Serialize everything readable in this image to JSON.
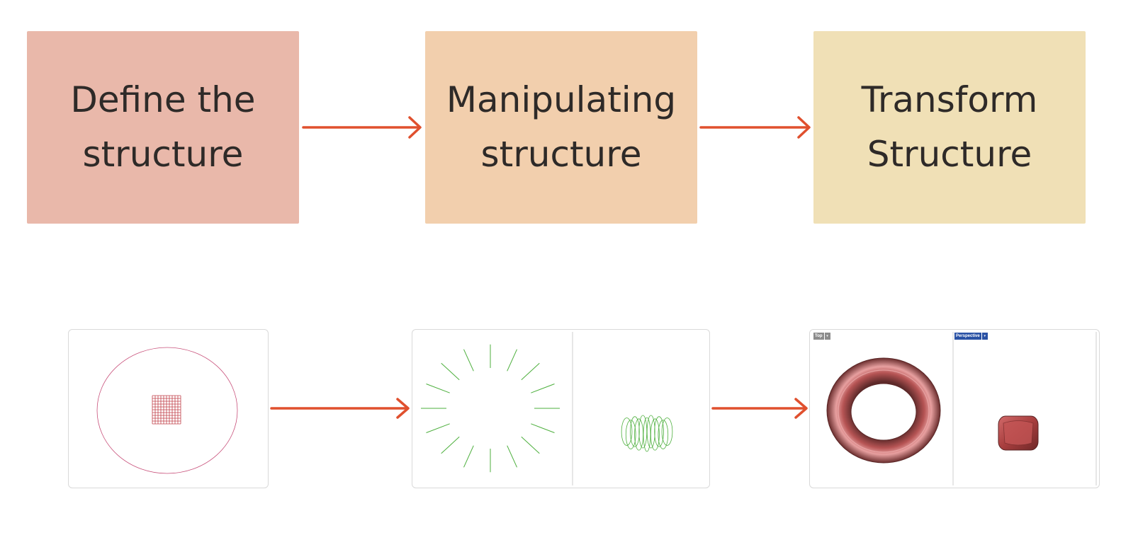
{
  "steps": [
    {
      "label": "Define the\nstructure",
      "color": "#e9b8aa"
    },
    {
      "label": "Manipulating\nstructure",
      "color": "#f2cfad"
    },
    {
      "label": "Transform\nStructure",
      "color": "#f0e0b6"
    }
  ],
  "arrow_color": "#e0502e",
  "viewports": {
    "top_label": "Top",
    "perspective_label": "Perspective",
    "caret": "▾"
  },
  "colors": {
    "grid_line": "#c0404a",
    "ellipse": "#c8507a",
    "curves": "#4caf3c",
    "torus": "#9a3c3c"
  }
}
